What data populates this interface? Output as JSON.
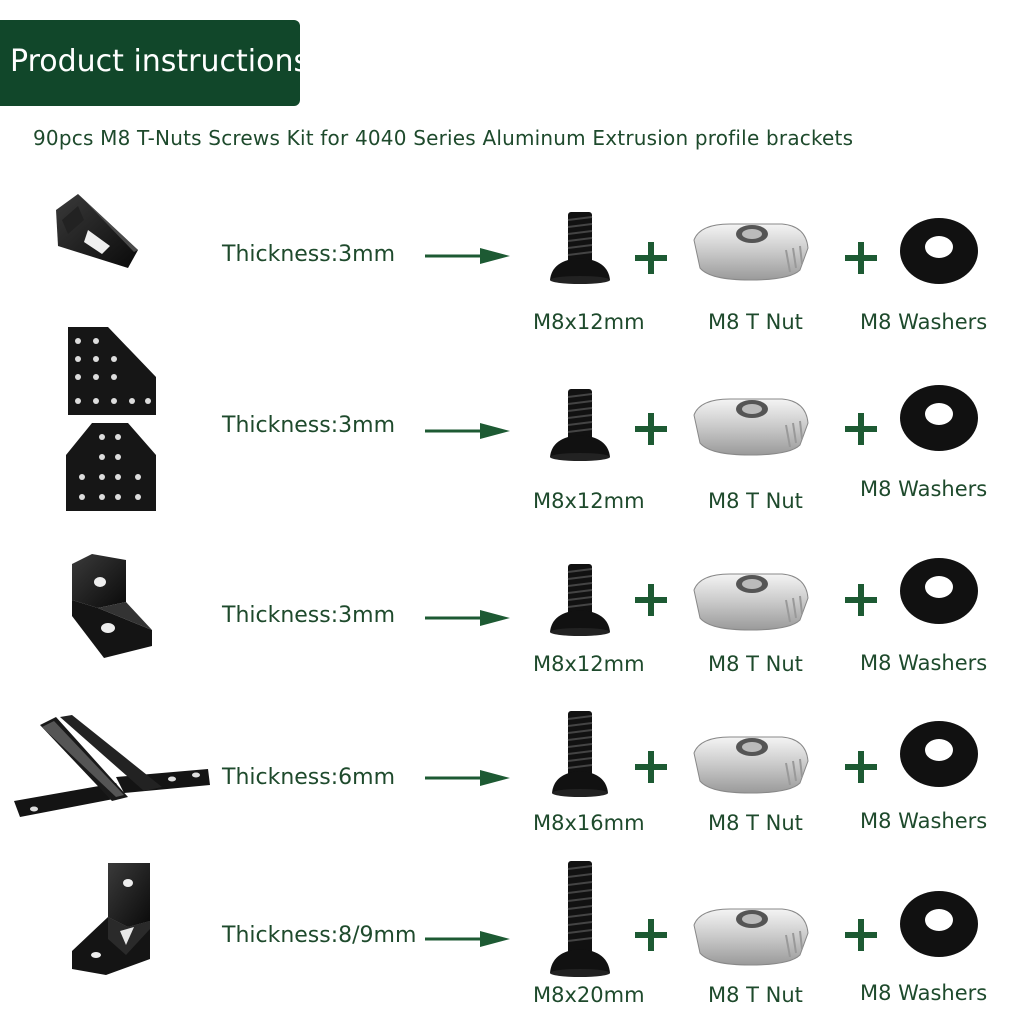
{
  "header": {
    "title": "Product instructions"
  },
  "subtitle": "90pcs M8 T-Nuts Screws Kit for 4040 Series Aluminum Extrusion profile brackets",
  "colors": {
    "header_bg": "#11472a",
    "text": "#1e4a2c",
    "plus": "#1d5a33"
  },
  "rows": [
    {
      "thickness": "Thickness:3mm",
      "screw": "M8x12mm",
      "nut": "M8 T Nut",
      "washer": "M8 Washers"
    },
    {
      "thickness": "Thickness:3mm",
      "screw": "M8x12mm",
      "nut": "M8 T Nut",
      "washer": "M8 Washers"
    },
    {
      "thickness": "Thickness:3mm",
      "screw": "M8x12mm",
      "nut": "M8 T Nut",
      "washer": "M8 Washers"
    },
    {
      "thickness": "Thickness:6mm",
      "screw": "M8x16mm",
      "nut": "M8 T Nut",
      "washer": "M8 Washers"
    },
    {
      "thickness": "Thickness:8/9mm",
      "screw": "M8x20mm",
      "nut": "M8 T Nut",
      "washer": "M8 Washers"
    }
  ]
}
